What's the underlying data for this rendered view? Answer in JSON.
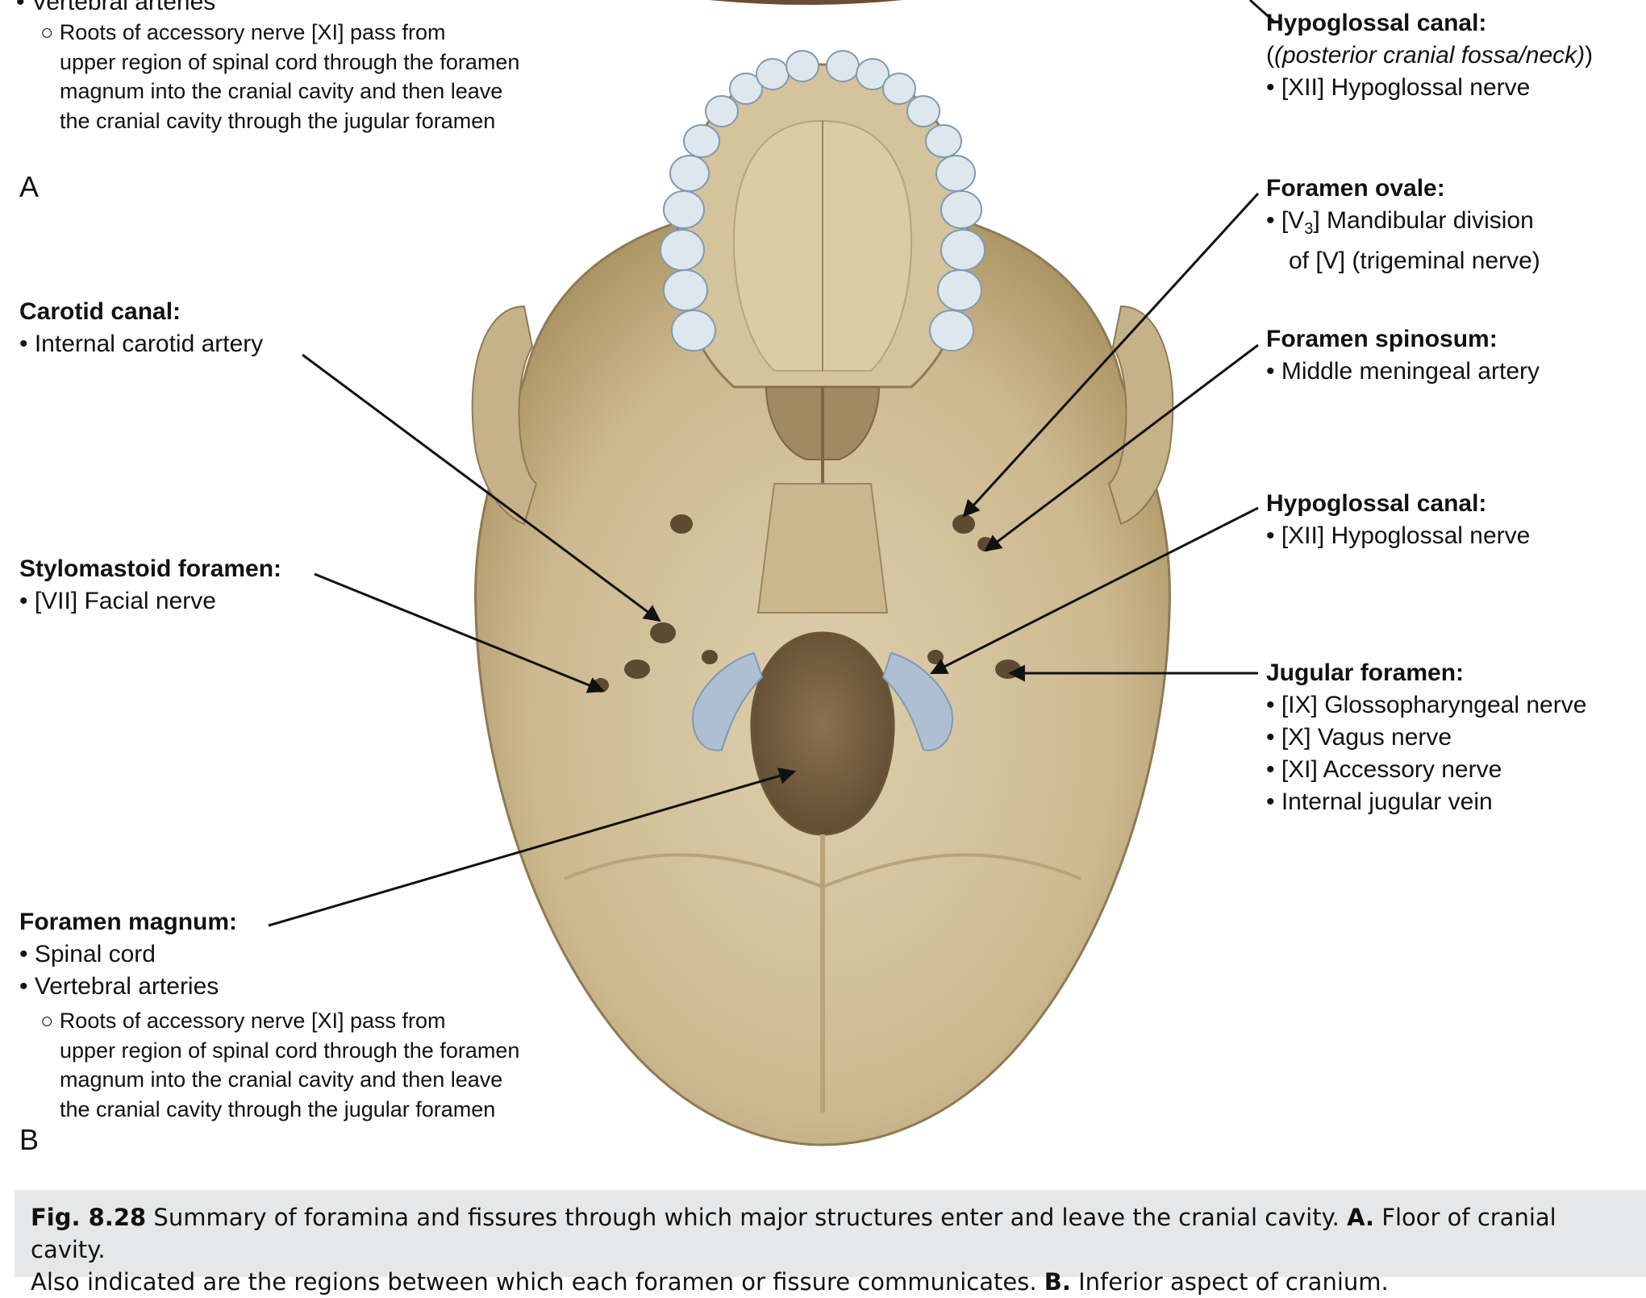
{
  "top_partial": {
    "item_cut": "• Vertebral arteries",
    "lines": [
      "○ Roots of accessory nerve [XI] pass from",
      "upper region of spinal cord through the foramen",
      "magnum into the cranial cavity and then leave",
      "the cranial cavity through the jugular foramen"
    ],
    "letter": "A"
  },
  "labels": {
    "hypoglossal_top": {
      "title": "Hypoglossal canal:",
      "note": "(posterior cranial fossa/neck)",
      "items": [
        "• [XII] Hypoglossal nerve"
      ]
    },
    "foramen_ovale": {
      "title": "Foramen ovale:",
      "item_pre": "• [V",
      "item_sub": "3",
      "item_post": "] Mandibular division",
      "item_cont": "of [V] (trigeminal nerve)"
    },
    "carotid": {
      "title": "Carotid canal:",
      "items": [
        "• Internal carotid artery"
      ]
    },
    "spinosum": {
      "title": "Foramen spinosum:",
      "items": [
        "• Middle meningeal artery"
      ]
    },
    "hypoglossal": {
      "title": "Hypoglossal canal:",
      "items": [
        "• [XII] Hypoglossal nerve"
      ]
    },
    "stylomastoid": {
      "title": "Stylomastoid foramen:",
      "items": [
        "• [VII] Facial nerve"
      ]
    },
    "jugular": {
      "title": "Jugular foramen:",
      "items": [
        "• [IX] Glossopharyngeal nerve",
        "• [X] Vagus nerve",
        "• [XI] Accessory nerve",
        "• Internal jugular vein"
      ]
    },
    "magnum": {
      "title": "Foramen magnum:",
      "items": [
        "• Spinal cord",
        "• Vertebral arteries"
      ],
      "sub": [
        "○ Roots of accessory nerve [XI] pass from",
        "upper region of spinal cord through the foramen",
        "magnum into the cranial cavity and then leave",
        "the cranial cavity through the jugular foramen"
      ]
    }
  },
  "letter_b": "B",
  "caption": {
    "fig": "Fig. 8.28",
    "text1": " Summary of foramina and fissures through which major structures enter and leave the cranial cavity. ",
    "a": "A.",
    "text2": " Floor of cranial cavity.",
    "line2_pre": "Also indicated are the regions between which each foramen or fissure communicates. ",
    "b": "B.",
    "text3": " Inferior aspect of cranium."
  },
  "colors": {
    "bone": "#d6c6a0",
    "bone_dark": "#b8a37a",
    "bone_shadow": "#8e7a55",
    "cavity": "#7d6646",
    "condyle": "#aebfd3",
    "tooth": "#dfe7ee",
    "caption_bg": "#e6e7e8"
  }
}
